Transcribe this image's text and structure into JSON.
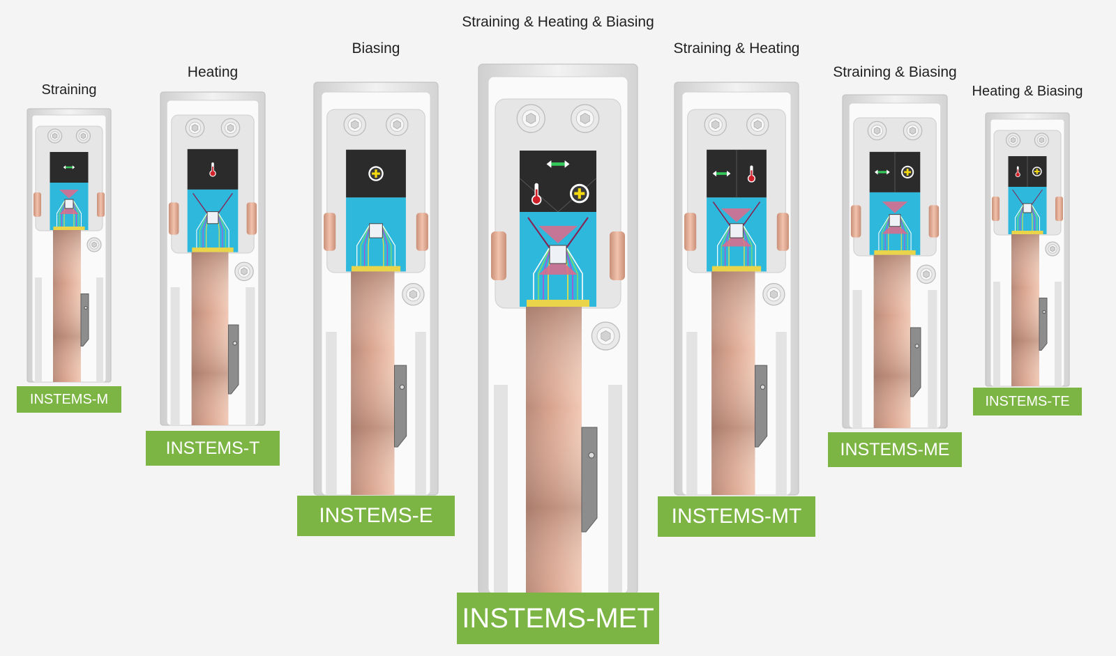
{
  "colors": {
    "background": "#f4f4f4",
    "label_green": "#7cb544",
    "label_text": "#ffffff",
    "chip_blue": "#2db8dc",
    "chip_black": "#2b2b2b",
    "ribbon_copper": "#d9a48e",
    "frame_silver": "#dcdcdc"
  },
  "holders": [
    {
      "title": "Straining",
      "model": "INSTEMS-M",
      "functions": [
        "strain"
      ],
      "icons": [
        "strain-icon"
      ]
    },
    {
      "title": "Heating",
      "model": "INSTEMS-T",
      "functions": [
        "heat"
      ],
      "icons": [
        "thermometer-icon"
      ]
    },
    {
      "title": "Biasing",
      "model": "INSTEMS-E",
      "functions": [
        "bias"
      ],
      "icons": [
        "plus-icon"
      ]
    },
    {
      "title": "Straining & Heating & Biasing",
      "model": "INSTEMS-MET",
      "functions": [
        "strain",
        "heat",
        "bias"
      ],
      "icons": [
        "strain-icon",
        "thermometer-icon",
        "plus-icon"
      ]
    },
    {
      "title": "Straining & Heating",
      "model": "INSTEMS-MT",
      "functions": [
        "strain",
        "heat"
      ],
      "icons": [
        "strain-icon",
        "thermometer-icon"
      ]
    },
    {
      "title": "Straining & Biasing",
      "model": "INSTEMS-ME",
      "functions": [
        "strain",
        "bias"
      ],
      "icons": [
        "strain-icon",
        "plus-icon"
      ]
    },
    {
      "title": "Heating & Biasing",
      "model": "INSTEMS-TE",
      "functions": [
        "heat",
        "bias"
      ],
      "icons": [
        "thermometer-icon",
        "plus-icon"
      ]
    }
  ]
}
